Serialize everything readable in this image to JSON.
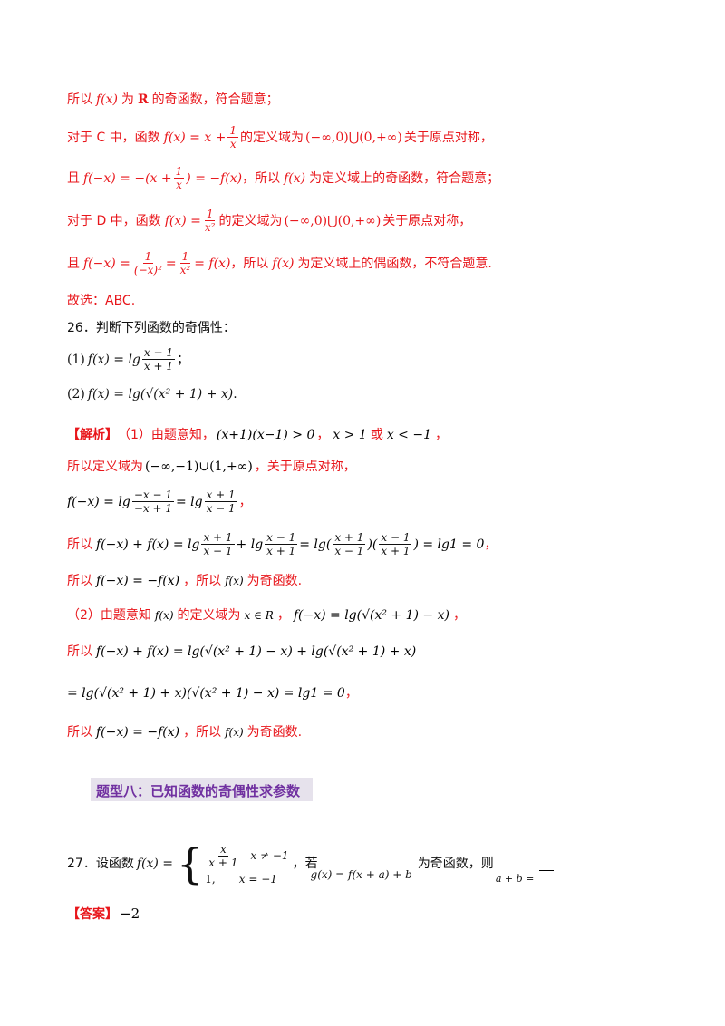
{
  "lines": {
    "l1": {
      "a": "所以",
      "b": "f(x)",
      "c": "为",
      "d": "R",
      "e": "的奇函数，符合题意；"
    },
    "l2": {
      "a": "对于 C 中，函数",
      "b": "f(x) = x +",
      "fn": "1",
      "fd": "x",
      "c": "的定义域为",
      "d": "(−∞,0)⋃(0,+∞)",
      "e": "关于原点对称，"
    },
    "l3": {
      "a": "且",
      "b": "f(−x) = −(x +",
      "fn": "1",
      "fd": "x",
      "c": ") = −f(x)",
      "d": "，所以",
      "e": "f(x)",
      "f": "为定义域上的奇函数，符合题意；"
    },
    "l4": {
      "a": "对于 D 中，函数",
      "b": "f(x) =",
      "fn": "1",
      "fd": "x²",
      "c": "的定义域为",
      "d": "(−∞,0)⋃(0,+∞)",
      "e": "关于原点对称，"
    },
    "l5": {
      "a": "且",
      "b": "f(−x) =",
      "f1n": "1",
      "f1d": "(−x)²",
      "eq": "=",
      "f2n": "1",
      "f2d": "x²",
      "c": "= f(x)",
      "d": "，所以",
      "e": "f(x)",
      "f": "为定义域上的偶函数，不符合题意."
    },
    "l6": {
      "a": "故选：ABC."
    },
    "q26": {
      "title": "26．判断下列函数的奇偶性：",
      "p1": {
        "label": "(1)",
        "b": "f(x) = lg",
        "fn": "x − 1",
        "fd": "x + 1",
        "end": "；"
      },
      "p2": {
        "label": "(2)",
        "b": "f(x) = lg(√(x² + 1) + x)",
        "end": "."
      }
    },
    "a1": {
      "tag": "【解析】",
      "a": "（1）由题意知，",
      "b": "(x+1)(x−1) > 0",
      "c": "，",
      "d": "x > 1",
      "e": "或",
      "f": "x < −1",
      "g": "，"
    },
    "a2": {
      "a": "所以定义域为",
      "b": "(−∞,−1)∪(1,+∞)",
      "c": "，关于原点对称，"
    },
    "a3": {
      "b": "f(−x) = lg",
      "f1n": "−x − 1",
      "f1d": "−x + 1",
      "eq": "= lg",
      "f2n": "x + 1",
      "f2d": "x − 1",
      "c": "，"
    },
    "a4": {
      "a": "所以",
      "b": "f(−x) + f(x) = lg",
      "f1n": "x + 1",
      "f1d": "x − 1",
      "p": "+ lg",
      "f2n": "x − 1",
      "f2d": "x + 1",
      "q": "= lg(",
      "f3n": "x + 1",
      "f3d": "x − 1",
      "r": ")(",
      "f4n": "x − 1",
      "f4d": "x + 1",
      "s": ") = lg1 = 0",
      "t": "，"
    },
    "a5": {
      "a": "所以",
      "b": "f(−x) = −f(x)",
      "c": "，所以",
      "d": "f(x)",
      "e": "为奇函数."
    },
    "a6": {
      "a": "（2）由题意知",
      "b": "f(x)",
      "c": "的定义域为",
      "d": "x ∈ R",
      "e": "，",
      "f": "f(−x) = lg(√(x² + 1) − x)",
      "g": "，"
    },
    "a7": {
      "a": "所以",
      "b": "f(−x) + f(x) = lg(√(x² + 1) − x) + lg(√(x² + 1) + x)"
    },
    "a8": {
      "b": "= lg(√(x² + 1) + x)(√(x² + 1) − x) = lg1 = 0",
      "c": "，"
    },
    "a9": {
      "a": "所以",
      "b": "f(−x) = −f(x)",
      "c": "，所以",
      "d": "f(x)",
      "e": "为奇函数."
    }
  },
  "section": {
    "title": "题型八：已知函数的奇偶性求参数"
  },
  "q27": {
    "label": "27．设函数",
    "fx": "f(x) =",
    "case1_n": "x",
    "case1_d": "x + 1",
    "case1_cond": "x ≠ −1",
    "case2_val": "1,",
    "case2_cond": "x = −1",
    "a": "，若",
    "g": "g(x) = f(x + a) + b",
    "b": "为奇函数，则",
    "c": "a + b ="
  },
  "answer": {
    "tag": "【答案】",
    "value": "−2"
  },
  "colors": {
    "solution_red": "#e8161b",
    "section_purple": "#7030a0",
    "section_band": "#e6e2ec"
  }
}
